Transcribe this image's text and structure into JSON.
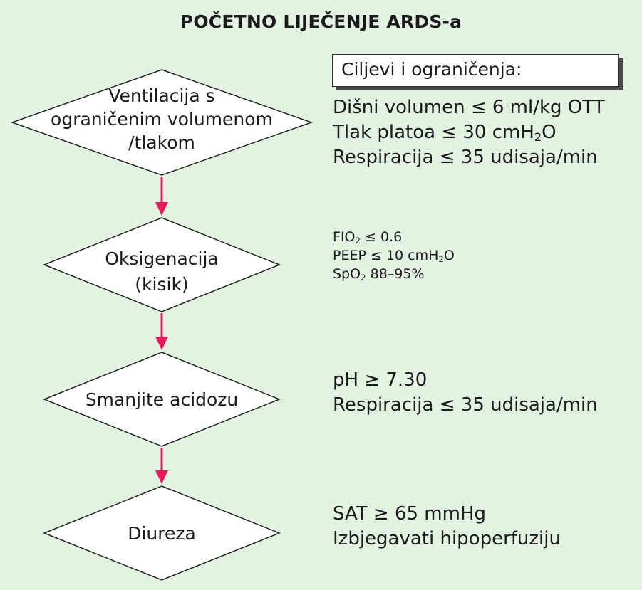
{
  "title": "POČETNO LIJEČENJE ARDS-a",
  "colors": {
    "background": "#e3f3e1",
    "arrow": "#e8195a",
    "node_fill": "#ffffff",
    "node_stroke": "#222222"
  },
  "nodes": [
    {
      "lines": [
        "Ventilacija s",
        "ograničenim volumenom",
        "/tlakom"
      ]
    },
    {
      "lines": [
        "Oksigenacija",
        "(kisik)"
      ]
    },
    {
      "lines": [
        "Smanjite acidozu"
      ]
    },
    {
      "lines": [
        "Diureza"
      ]
    }
  ],
  "goals": {
    "header": "Ciljevi i ograničenja:",
    "groups": [
      {
        "lines": [
          {
            "pre": "Dišni volumen ≤ 6 ml/kg OTT",
            "sub": "",
            "post": ""
          },
          {
            "pre": "Tlak platoa ≤ 30 cmH",
            "sub": "2",
            "post": "O"
          },
          {
            "pre": "Respiracija ≤ 35 udisaja/min",
            "sub": "",
            "post": ""
          }
        ]
      },
      {
        "lines": [
          {
            "pre": "FIO",
            "sub": "2",
            "post": " ≤ 0.6"
          },
          {
            "pre": "PEEP ≤ 10 cmH",
            "sub": "2",
            "post": "O"
          },
          {
            "pre": "SpO",
            "sub": "2",
            "post": " 88–95%"
          }
        ]
      },
      {
        "lines": [
          {
            "pre": "pH ≥ 7.30",
            "sub": "",
            "post": ""
          },
          {
            "pre": "Respiracija ≤ 35 udisaja/min",
            "sub": "",
            "post": ""
          }
        ]
      },
      {
        "lines": [
          {
            "pre": "SAT ≥ 65 mmHg",
            "sub": "",
            "post": ""
          },
          {
            "pre": "Izbjegavati hipoperfuziju",
            "sub": "",
            "post": ""
          }
        ]
      }
    ]
  }
}
